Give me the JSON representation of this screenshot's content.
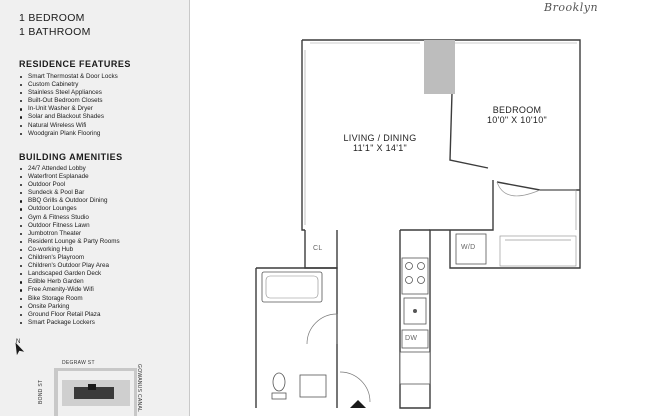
{
  "unit": {
    "bedrooms": "1 BEDROOM",
    "bathrooms": "1 BATHROOM"
  },
  "residence_features": {
    "title": "RESIDENCE FEATURES",
    "items": [
      "Smart Thermostat & Door Locks",
      "Custom Cabinetry",
      "Stainless Steel Appliances",
      "Built-Out Bedroom Closets",
      "In-Unit Washer & Dryer",
      "Solar and Blackout Shades",
      "Natural Wireless Wifi",
      "Woodgrain Plank Flooring"
    ]
  },
  "building_amenities": {
    "title": "BUILDING AMENITIES",
    "items": [
      "24/7 Attended Lobby",
      "Waterfront Esplanade",
      "Outdoor Pool",
      "Sundeck & Pool Bar",
      "BBQ Grills & Outdoor Dining",
      "Outdoor Lounges",
      "Gym & Fitness Studio",
      "Outdoor Fitness Lawn",
      "Jumbotron Theater",
      "Resident Lounge & Party Rooms",
      "Co-working Hub",
      "Children's Playroom",
      "Children's Outdoor Play Area",
      "Landscaped Garden Deck",
      "Edible Herb Garden",
      "Free Amenity-Wide Wifi",
      "Bike Storage Room",
      "Onsite Parking",
      "Ground Floor Retail Plaza",
      "Smart Package Lockers"
    ]
  },
  "compass": {
    "north_label": "N"
  },
  "map": {
    "streets": {
      "top": "DEGRAW ST",
      "left": "BOND ST",
      "canal": "GOWANUS CANAL"
    }
  },
  "brand": {
    "name": "Brooklyn"
  },
  "floorplan": {
    "living": {
      "name": "LIVING / DINING",
      "dims": "11'1\" X 14'1\""
    },
    "bedroom": {
      "name": "BEDROOM",
      "dims": "10'0\" X 10'10\""
    },
    "closet": "CL",
    "washer_dryer": "W/D",
    "dishwasher": "DW"
  }
}
